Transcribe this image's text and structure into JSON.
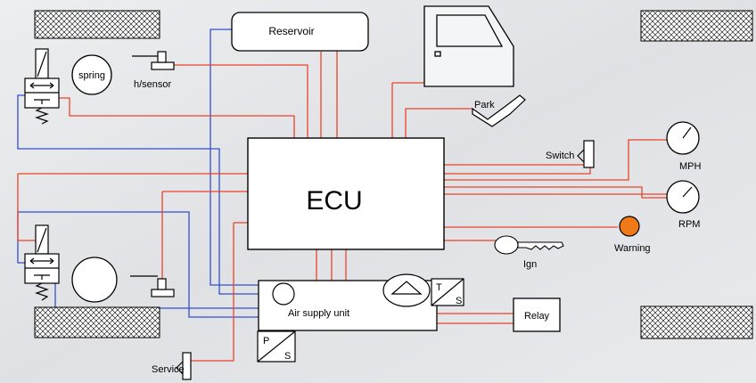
{
  "labels": {
    "reservoir": "Reservoir",
    "spring": "spring",
    "height_sensor": "h/sensor",
    "park": "Park",
    "switch": "Switch",
    "mph": "MPH",
    "rpm": "RPM",
    "ecu": "ECU",
    "warning": "Warning",
    "ignition": "Ign",
    "air_supply_unit": "Air supply unit",
    "relay": "Relay",
    "service": "Service",
    "t_switch_top": "T",
    "t_switch_bottom": "S",
    "p_switch_top": "P",
    "p_switch_bottom": "S"
  },
  "colors": {
    "electrical_wire": "#e8452a",
    "air_line": "#3350c8",
    "warning_lamp": "#f07a18",
    "outline": "#000000",
    "box_fill": "#ffffff"
  }
}
